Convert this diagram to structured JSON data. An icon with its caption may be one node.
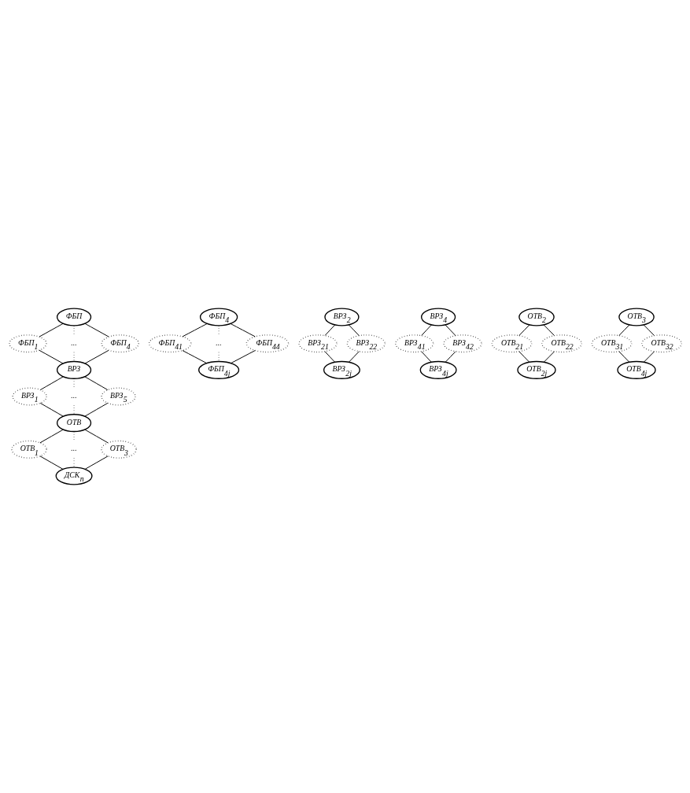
{
  "diagram": {
    "nodes": [
      {
        "text": [
          "ФБП"
        ]
      },
      {
        "text": [
          "ФБП$_{1}$"
        ]
      },
      {
        "text": [
          "..."
        ]
      },
      {
        "text": [
          "ФБП$_{4}$"
        ]
      },
      {
        "text": [
          "ВРЗ"
        ]
      },
      {
        "text": [
          "ВРЗ$_{1}$"
        ]
      },
      {
        "text": [
          "..."
        ]
      },
      {
        "text": [
          "ВРЗ$_{5}$"
        ]
      },
      {
        "text": [
          "ОТВ"
        ]
      },
      {
        "text": [
          "ОТВ$_{1}$"
        ]
      },
      {
        "text": [
          "..."
        ]
      },
      {
        "text": [
          "ОТВ$_{3}$"
        ]
      },
      {
        "text": [
          "ДСК$_{n}$"
        ]
      },
      {
        "text": [
          "ФБП$_{4}$"
        ]
      },
      {
        "text": [
          "ФБП$_{41}$"
        ]
      },
      {
        "text": [
          "..."
        ]
      },
      {
        "text": [
          "ФБП$_{44}$"
        ]
      },
      {
        "text": [
          "ФБП$_{4j}$"
        ]
      },
      {
        "text": [
          "ВРЗ$_{2}$"
        ]
      },
      {
        "text": [
          "ВРЗ$_{21}$"
        ]
      },
      {
        "text": [
          "ВРЗ$_{22}$"
        ]
      },
      {
        "text": [
          "ВРЗ$_{2j}$"
        ]
      },
      {
        "text": [
          "ВРЗ$_{4}$"
        ]
      },
      {
        "text": [
          "ВРЗ$_{41}$"
        ]
      },
      {
        "text": [
          "ВРЗ$_{42}$"
        ]
      },
      {
        "text": [
          "ВРЗ$_{4j}$"
        ]
      },
      {
        "text": [
          "ОТВ$_{2}$"
        ]
      },
      {
        "text": [
          "ОТВ$_{21}$"
        ]
      },
      {
        "text": [
          "ОТВ$_{22}$"
        ]
      },
      {
        "text": [
          "ОТВ$_{2j}$"
        ]
      },
      {
        "text": [
          "ОТВ$_{3}$"
        ]
      },
      {
        "text": [
          "ОТВ$_{31}$"
        ]
      },
      {
        "text": [
          "ОТВ$_{32}$"
        ]
      },
      {
        "text": [
          "ОТВ$_{4j}$"
        ]
      }
    ],
    "edges": [
      {
        "from": 0,
        "to": 1,
        "arrow": "none"
      },
      {
        "from": 0,
        "to": 2,
        "arrow": "none",
        "style": "dashed"
      },
      {
        "from": 0,
        "to": 3,
        "arrow": "none"
      },
      {
        "from": 1,
        "to": 4,
        "arrow": "none"
      },
      {
        "from": 2,
        "to": 4,
        "arrow": "none",
        "style": "dashed"
      },
      {
        "from": 3,
        "to": 4,
        "arrow": "none"
      },
      {
        "from": 4,
        "to": 5,
        "arrow": "none"
      },
      {
        "from": 4,
        "to": 6,
        "arrow": "none",
        "style": "dashed"
      },
      {
        "from": 4,
        "to": 7,
        "arrow": "none"
      },
      {
        "from": 5,
        "to": 8,
        "arrow": "none"
      },
      {
        "from": 6,
        "to": 8,
        "arrow": "none",
        "style": "dashed"
      },
      {
        "from": 7,
        "to": 8,
        "arrow": "none"
      },
      {
        "from": 8,
        "to": 9,
        "arrow": "none"
      },
      {
        "from": 8,
        "to": 10,
        "arrow": "none",
        "style": "dashed"
      },
      {
        "from": 8,
        "to": 11,
        "arrow": "none"
      },
      {
        "from": 9,
        "to": 12,
        "arrow": "none"
      },
      {
        "from": 10,
        "to": 12,
        "arrow": "none",
        "style": "dashed"
      },
      {
        "from": 11,
        "to": 12,
        "arrow": "none"
      },
      {
        "from": 13,
        "to": 14,
        "arrow": "none"
      },
      {
        "from": 13,
        "to": 15,
        "arrow": "none",
        "style": "dashed"
      },
      {
        "from": 13,
        "to": 16,
        "arrow": "none"
      },
      {
        "from": 14,
        "to": 17,
        "arrow": "none"
      },
      {
        "from": 15,
        "to": 17,
        "arrow": "none",
        "style": "dashed"
      },
      {
        "from": 16,
        "to": 17,
        "arrow": "none"
      },
      {
        "from": 18,
        "to": 19,
        "arrow": "none"
      },
      {
        "from": 18,
        "to": 20,
        "arrow": "none"
      },
      {
        "from": 19,
        "to": 21,
        "arrow": "none"
      },
      {
        "from": 20,
        "to": 21,
        "arrow": "none"
      },
      {
        "from": 22,
        "to": 23,
        "arrow": "none"
      },
      {
        "from": 22,
        "to": 24,
        "arrow": "none"
      },
      {
        "from": 23,
        "to": 25,
        "arrow": "none"
      },
      {
        "from": 24,
        "to": 25,
        "arrow": "none"
      },
      {
        "from": 26,
        "to": 27,
        "arrow": "none"
      },
      {
        "from": 26,
        "to": 28,
        "arrow": "none"
      },
      {
        "from": 27,
        "to": 29,
        "arrow": "none"
      },
      {
        "from": 28,
        "to": 29,
        "arrow": "none"
      },
      {
        "from": 30,
        "to": 31,
        "arrow": "none"
      },
      {
        "from": 30,
        "to": 32,
        "arrow": "none"
      },
      {
        "from": 31,
        "to": 33,
        "arrow": "none"
      },
      {
        "from": 32,
        "to": 33,
        "arrow": "none"
      }
    ]
  }
}
